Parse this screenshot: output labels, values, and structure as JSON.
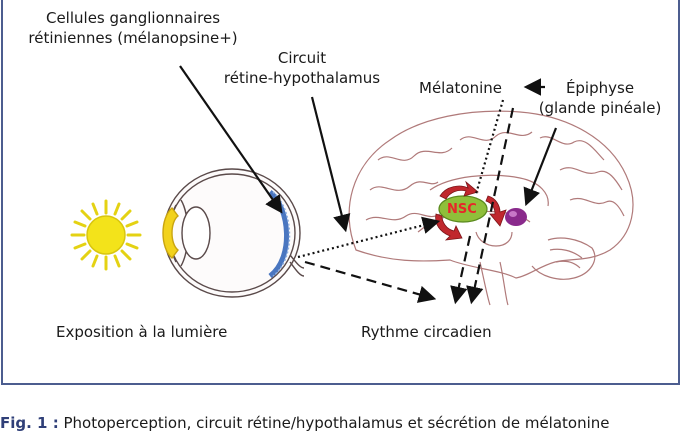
{
  "labels": {
    "ganglion_line1": "Cellules ganglionnaires",
    "ganglion_line2": "rétiniennes (mélanopsine+)",
    "circuit_line1": "Circuit",
    "circuit_line2": "rétine-hypothalamus",
    "melatonine": "Mélatonine",
    "epiphyse_line1": "Épiphyse",
    "epiphyse_line2": "(glande pinéale)",
    "nsc": "NSC",
    "exposition": "Exposition à la lumière",
    "rythme": "Rythme circadien"
  },
  "caption": {
    "prefix": "Fig. 1 :",
    "text": "Photoperception, circuit rétine/hypothalamus et sécrétion de mélatonine"
  },
  "colors": {
    "frame": "#4c5d8f",
    "sun": "#f3e31a",
    "nsc_fill": "#8fbf3a",
    "nsc_text": "#e8262a",
    "arrows_red": "#c0272d",
    "pineal": "#8a2a8c",
    "brain_lines": "#b07a7a",
    "retina": "#4a76c0"
  }
}
